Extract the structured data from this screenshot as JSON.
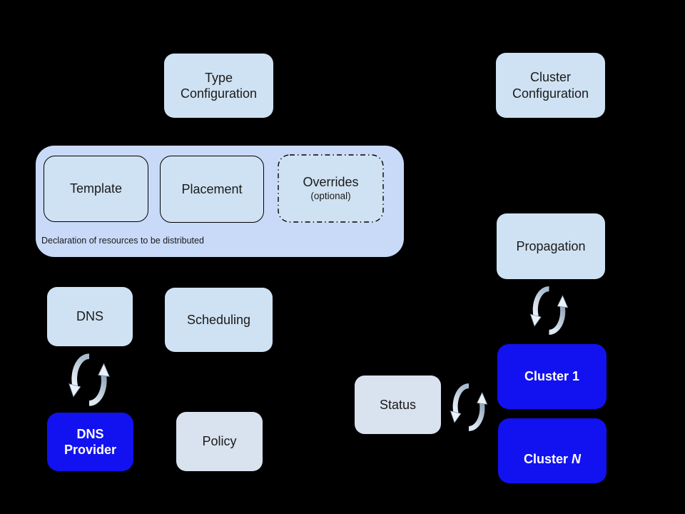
{
  "diagram": {
    "title": "federation-concepts-diagram",
    "colors": {
      "bg": "#000000",
      "light_box": "#cfe2f3",
      "pale_box": "#d9e2ef",
      "group_box": "#c9daf8",
      "blue_box": "#1212f0",
      "text": "#1a1a1a",
      "text_on_blue": "#ffffff",
      "connector": "#000000",
      "sync_dark": "#8ba1b7",
      "sync_light": "#eef4fa"
    },
    "nodes": {
      "type_configuration": {
        "label": "Type\nConfiguration"
      },
      "cluster_configuration": {
        "label": "Cluster\nConfiguration"
      },
      "template": {
        "label": "Template"
      },
      "placement": {
        "label": "Placement"
      },
      "overrides": {
        "label": "Overrides",
        "sublabel": "(optional)"
      },
      "declaration_caption": {
        "label": "Declaration of resources to be distributed"
      },
      "dns": {
        "label": "DNS"
      },
      "scheduling": {
        "label": "Scheduling"
      },
      "dns_provider": {
        "label": "DNS\nProvider"
      },
      "policy": {
        "label": "Policy"
      },
      "propagation": {
        "label": "Propagation"
      },
      "status": {
        "label": "Status"
      },
      "cluster_1": {
        "label": "Cluster 1"
      },
      "cluster_n": {
        "prefix": "Cluster",
        "suffix": "N"
      }
    }
  }
}
